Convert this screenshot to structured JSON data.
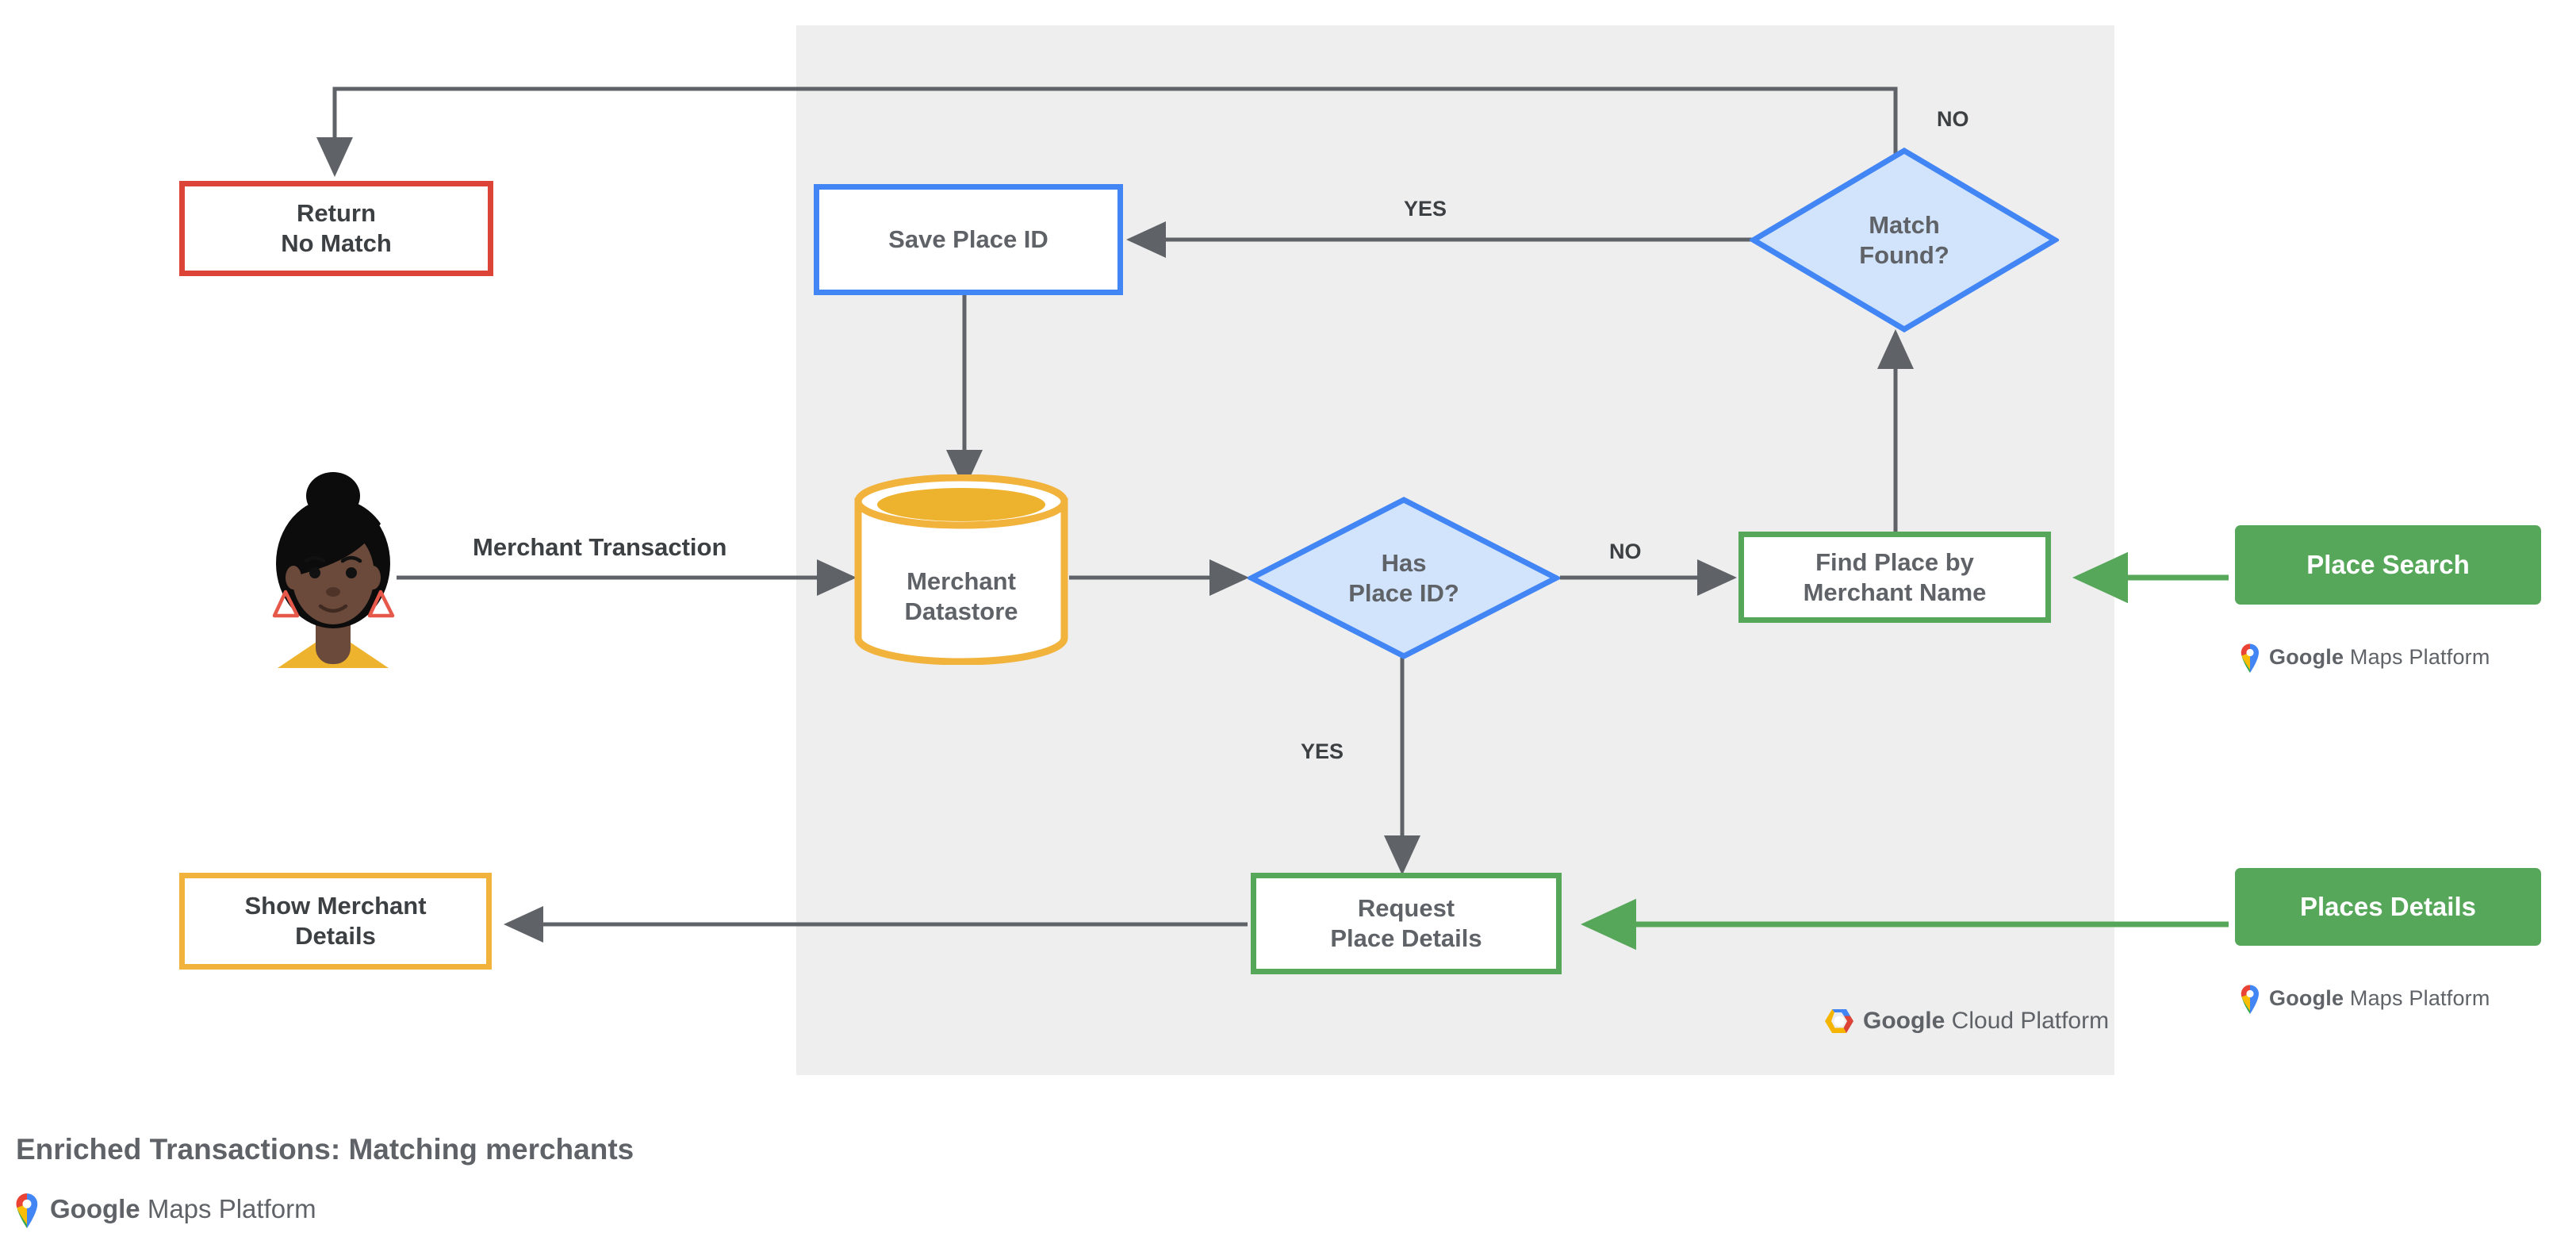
{
  "diagram": {
    "caption": "Enriched Transactions: Matching merchants",
    "panel_platform": "Google Cloud Platform",
    "nodes": {
      "return_no_match": {
        "line1": "Return",
        "line2": "No Match"
      },
      "save_place_id": {
        "label": "Save Place ID"
      },
      "match_found": {
        "line1": "Match",
        "line2": "Found?"
      },
      "merchant_datastore": {
        "line1": "Merchant",
        "line2": "Datastore"
      },
      "has_place_id": {
        "line1": "Has",
        "line2": "Place ID?"
      },
      "find_place": {
        "line1": "Find Place by",
        "line2": "Merchant Name"
      },
      "place_search": {
        "label": "Place Search"
      },
      "request_place_details": {
        "line1": "Request",
        "line2": "Place Details"
      },
      "places_details": {
        "label": "Places Details"
      },
      "show_merchant_details": {
        "line1": "Show Merchant",
        "line2": "Details"
      }
    },
    "edge_labels": {
      "merchant_transaction": "Merchant Transaction",
      "has_place_id_no": "NO",
      "has_place_id_yes": "YES",
      "match_found_yes": "YES",
      "match_found_no": "NO"
    },
    "logos": {
      "maps_platform_brand": "Google",
      "maps_platform_name": " Maps Platform",
      "cloud_platform_brand": "Google",
      "cloud_platform_name": " Cloud Platform"
    },
    "colors": {
      "red": "#DB4437",
      "blue": "#4285F4",
      "blue_fill": "#D2E3FC",
      "amber": "#F2B33D",
      "green": "#57A75B",
      "wire": "#5F6368",
      "panel_bg": "#EEEEEE",
      "text": "#5F6368"
    }
  }
}
